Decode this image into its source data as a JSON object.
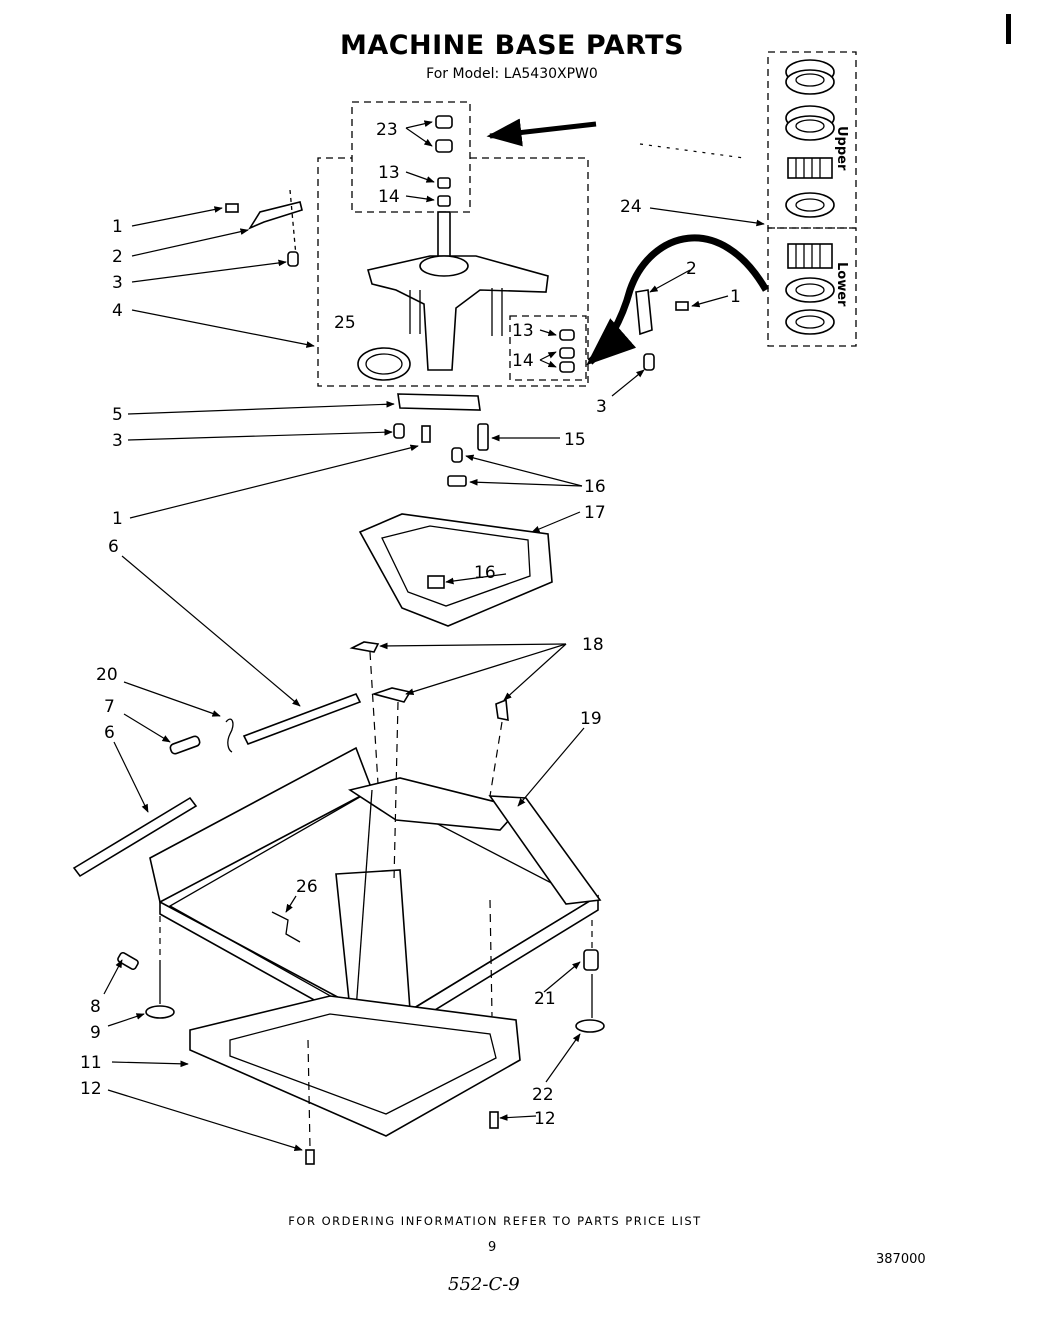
{
  "header": {
    "title": "MACHINE BASE PARTS",
    "subtitle": "For Model: LA5430XPW0"
  },
  "bearing_box": {
    "upper_label": "Upper",
    "lower_label": "Lower"
  },
  "callouts": {
    "c1a": "1",
    "c1b": "1",
    "c1c": "1",
    "c2a": "2",
    "c2b": "2",
    "c3a": "3",
    "c3b": "3",
    "c3c": "3",
    "c4": "4",
    "c5": "5",
    "c6a": "6",
    "c6b": "6",
    "c7": "7",
    "c8": "8",
    "c9": "9",
    "c11": "11",
    "c12a": "12",
    "c12b": "12",
    "c13a": "13",
    "c13b": "13",
    "c14a": "14",
    "c14b": "14",
    "c15": "15",
    "c16a": "16",
    "c16b": "16",
    "c17": "17",
    "c18": "18",
    "c19": "19",
    "c20": "20",
    "c21": "21",
    "c22": "22",
    "c23": "23",
    "c24": "24",
    "c25": "25",
    "c26": "26"
  },
  "footer": {
    "ordering": "FOR ORDERING INFORMATION REFER TO PARTS PRICE LIST",
    "page_number": "9",
    "doc_id": "387000",
    "handwritten": "552-C-9"
  }
}
